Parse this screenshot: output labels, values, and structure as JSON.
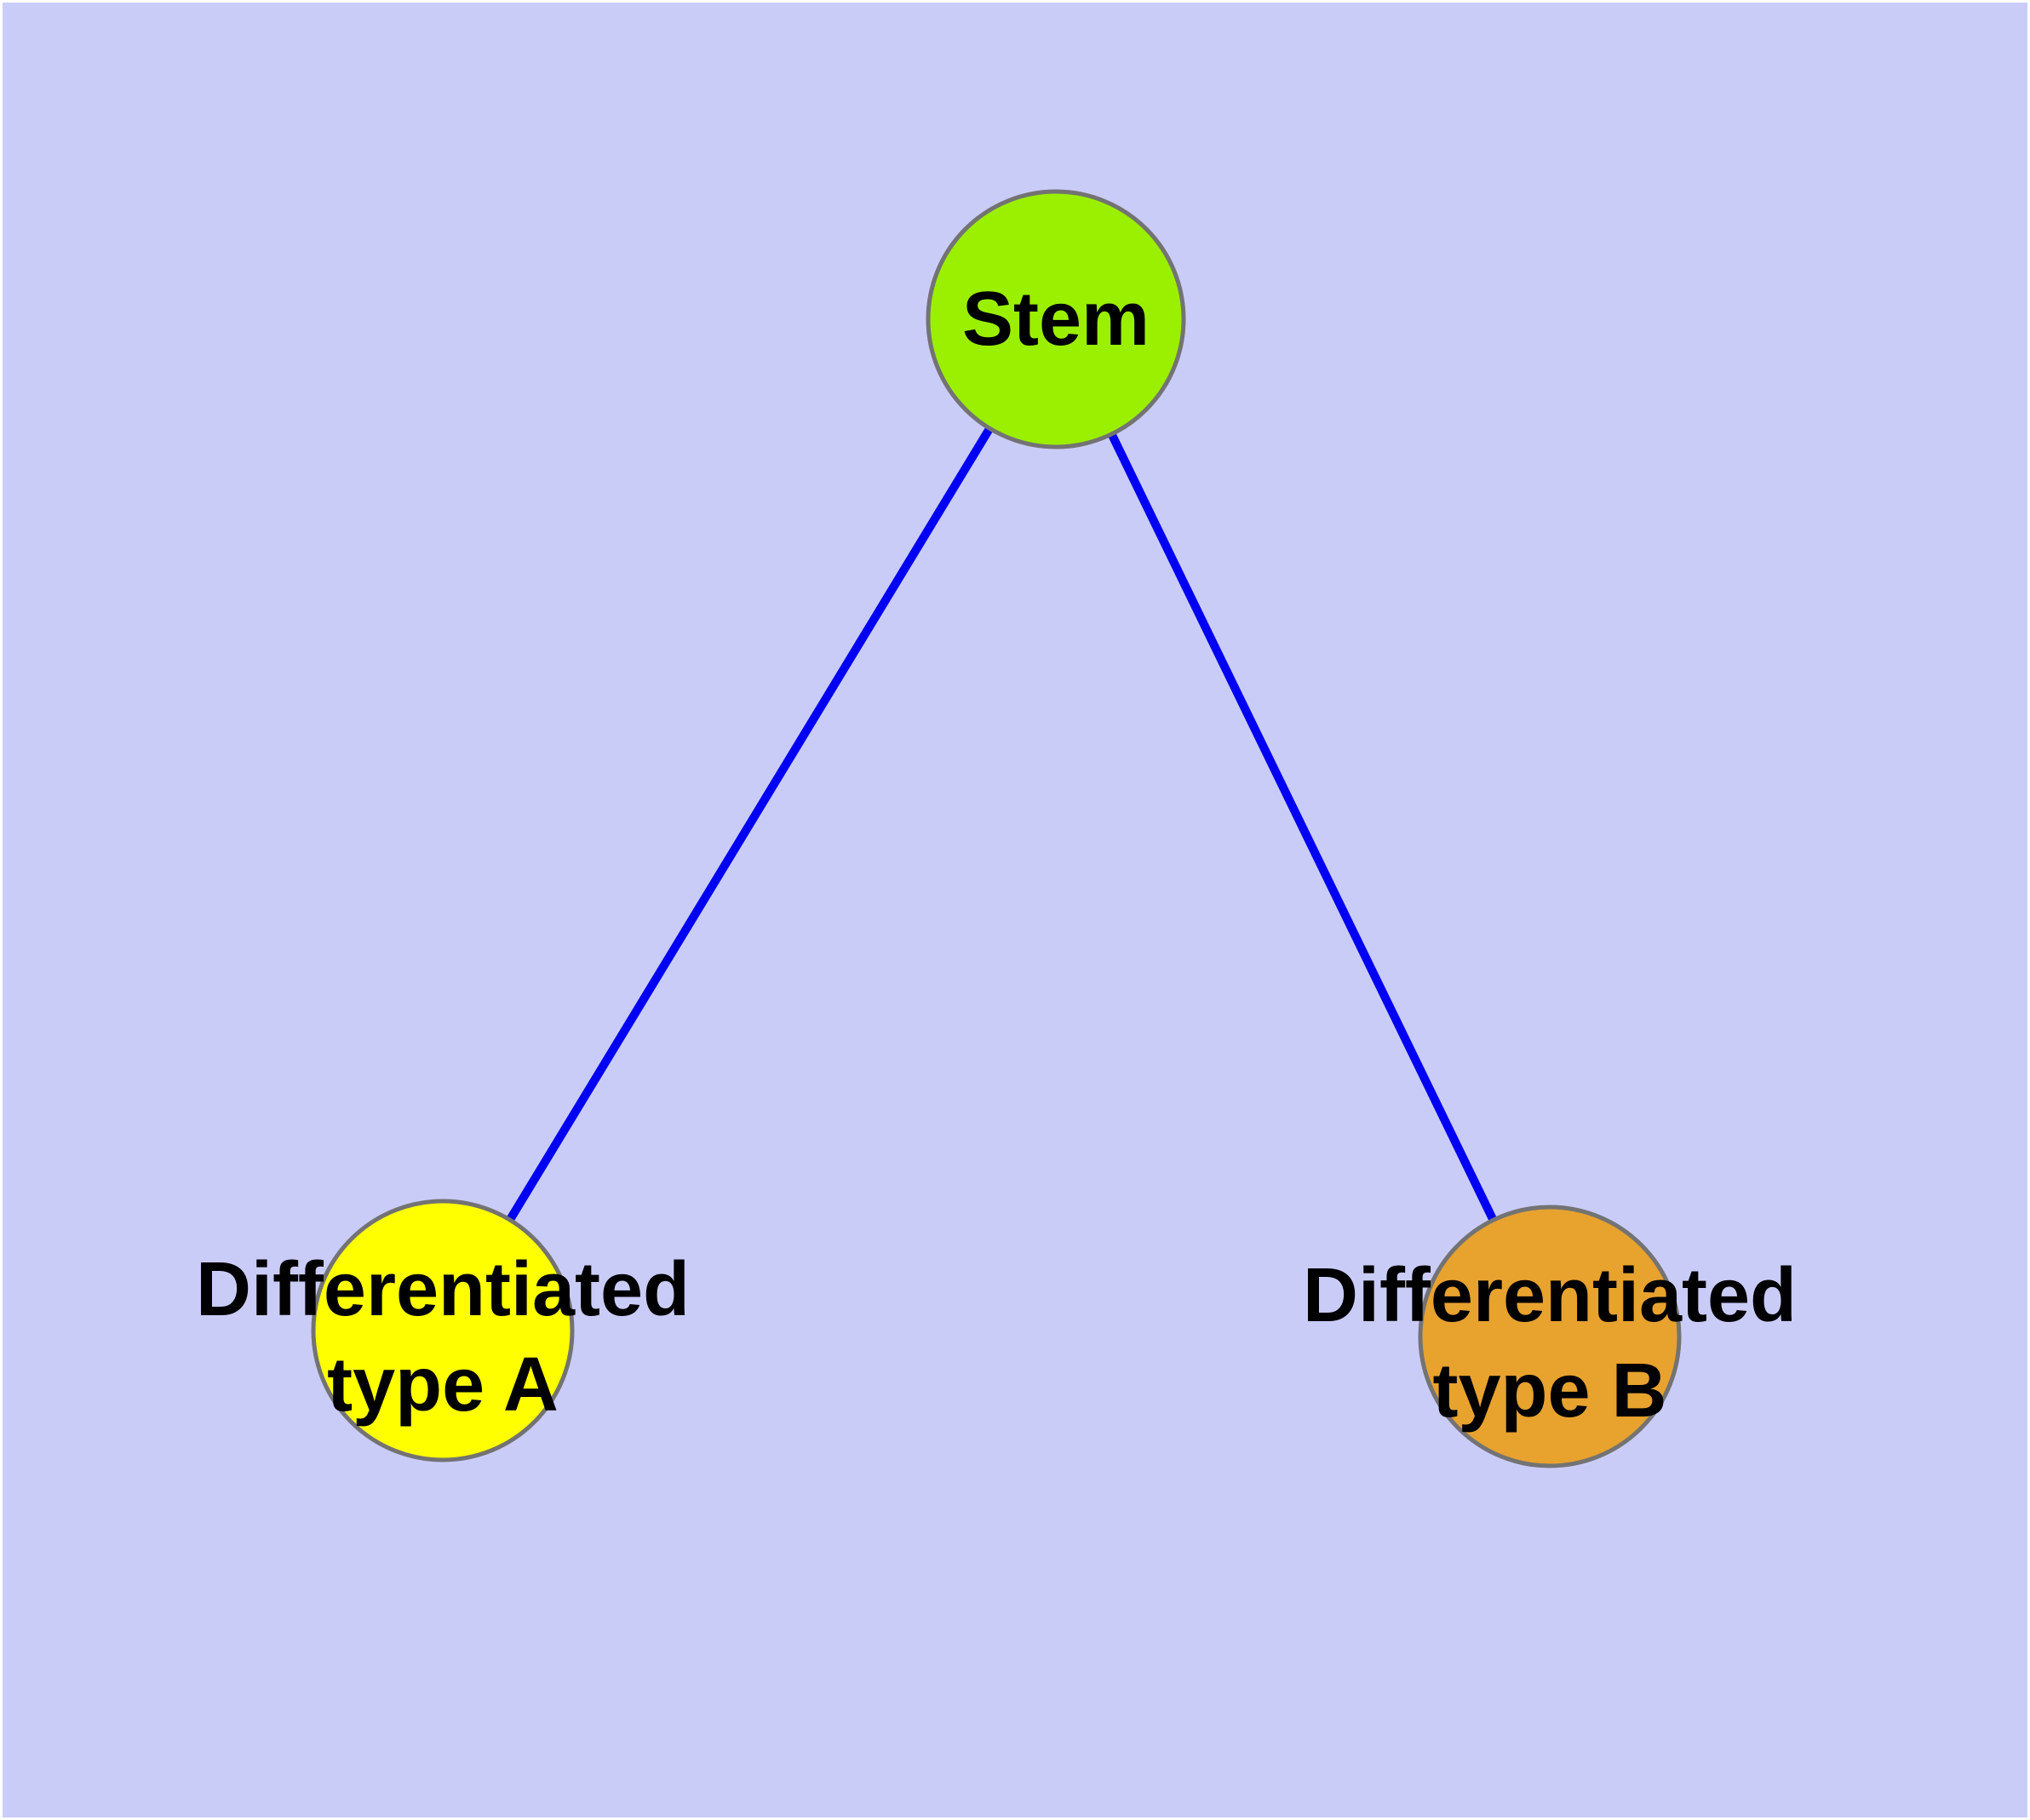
{
  "diagram": {
    "background_color": "#CACCF8",
    "frame_color": "#FFFFFF",
    "edge_color": "#0000F2",
    "node_border_color": "#737373",
    "label_color": "#000000",
    "nodes": {
      "stem": {
        "label": "Stem",
        "fill": "#9AF000"
      },
      "type_a": {
        "label_line1": "Differentiated",
        "label_line2": "type A",
        "fill": "#FFFF00"
      },
      "type_b": {
        "label_line1": "Differentiated",
        "label_line2": "type B",
        "fill": "#E8A22E"
      }
    },
    "edges": [
      {
        "from": "Stem",
        "to": "Differentiated type A"
      },
      {
        "from": "Stem",
        "to": "Differentiated type B"
      }
    ]
  }
}
